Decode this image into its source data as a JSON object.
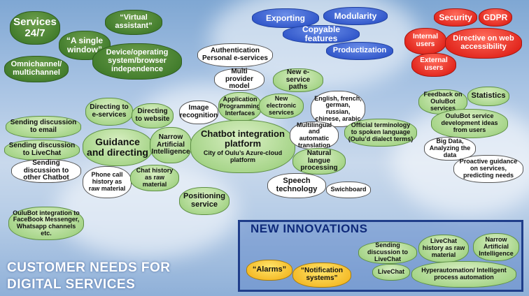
{
  "title": {
    "line1": "CUSTOMER NEEDS FOR",
    "line2": "DIGITAL SERVICES"
  },
  "new_innovations": {
    "title": "NEW INNOVATIONS"
  },
  "colors": {
    "green": "#a9d68c",
    "dark_green": "#3f7a2a",
    "blue": "#2f55c9",
    "red": "#e0231a",
    "yellow": "#f3b51f",
    "white": "#ffffff"
  },
  "clouds": {
    "services": "Services 24/7",
    "virtual_assistant": "“Virtual assistant”",
    "single_window": "“A single window”",
    "omnichannel": "Omnichannel/ multichannel",
    "device_independence": "Device/operating system/browser independence",
    "exporting": "Exporting",
    "modularity": "Modularity",
    "copyable": "Copyable features",
    "productization": "Productization",
    "security": "Security",
    "gdpr": "GDPR",
    "internal_users": "Internal users",
    "directive": "Directive on web accessibility",
    "external_users": "External users",
    "authentication": "Authentication Personal e-services",
    "multi_provider": "Multi provider model",
    "new_eservice_paths": "New e-service paths",
    "api": "Application Programming Interfaces",
    "new_electronic": "New electronic services",
    "languages": "English, french, german, russian, chinese, arabic",
    "image_recognition": "Image recognition",
    "directing_eservices": "Directing to e-services",
    "directing_website": "Directing to website",
    "send_email": "Sending discussion to email",
    "send_livechat": "Sending discussion to LiveChat",
    "send_other": "Sending discussion to other Chatbot",
    "guidance": "Guidance and directing",
    "narrow_ai": "Narrow Artificial Intelligence",
    "platform_title": "Chatbot integration platform",
    "platform_sub": "City of Oulu’s Azure-cloud platform",
    "multilingual": "Multilingual and automatic translation",
    "official_terms": "Official terminology to spoken language (Oulu’d dialect terms)",
    "natural_language": "Natural langue processing",
    "phone_call": "Phone call history as raw material",
    "chat_history": "Chat history as raw material",
    "speech": "Speech technology",
    "switchboard": "Swichboard",
    "positioning": "Positioning service",
    "oulubot_integration": "OuluBot integration to FaceBook Messenger, Whatsapp channels etc.",
    "feedback": "Feedback on OuluBot services",
    "statistics": "Statistics",
    "dev_ideas": "OuluBot service development ideas from users",
    "big_data": "Big Data, Analyzing the data",
    "proactive": "Proactive guidance on services, predicting needs",
    "alarms": "“Alarms”",
    "notification": "“Notification systems”",
    "ni_send_livechat": "Sending discussion to LiveChat",
    "ni_livechat_history": "LiveChat history as raw material",
    "ni_narrow_ai": "Narrow Artificial Intelligence",
    "ni_livechat": "LiveChat",
    "hyperautomation": "Hyperautomation/ Intelligent process automation"
  }
}
